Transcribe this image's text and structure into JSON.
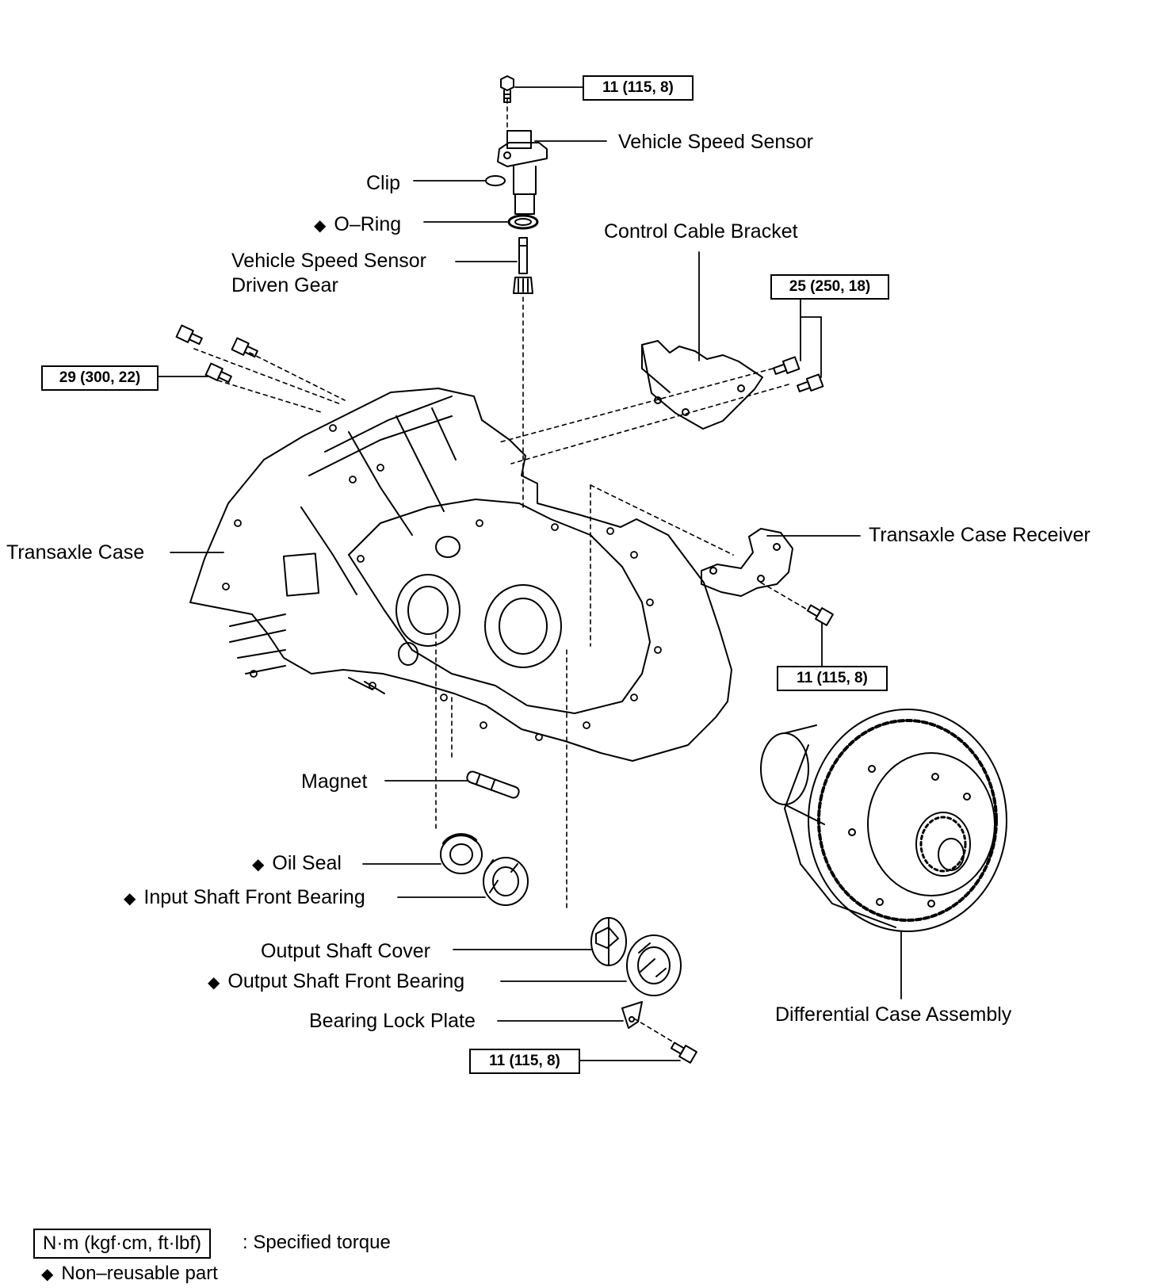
{
  "labels": {
    "vehicle_speed_sensor": "Vehicle Speed Sensor",
    "clip": "Clip",
    "o_ring": "O–Ring",
    "vss_driven_gear_line1": "Vehicle Speed Sensor",
    "vss_driven_gear_line2": "Driven Gear",
    "control_cable_bracket": "Control Cable Bracket",
    "transaxle_case": "Transaxle Case",
    "transaxle_case_receiver": "Transaxle Case Receiver",
    "magnet": "Magnet",
    "oil_seal": "Oil Seal",
    "input_shaft_front_bearing": "Input Shaft Front Bearing",
    "output_shaft_cover": "Output Shaft Cover",
    "output_shaft_front_bearing": "Output Shaft Front Bearing",
    "bearing_lock_plate": "Bearing Lock Plate",
    "differential_case_assembly": "Differential Case Assembly"
  },
  "torques": {
    "speed_sensor_bolt": "11 (115, 8)",
    "bracket_bolts": "25 (250, 18)",
    "case_bolts": "29 (300, 22)",
    "receiver_bolt": "11 (115, 8)",
    "lock_plate_bolt": "11 (115, 8)"
  },
  "legend": {
    "torque_unit": "N·m (kgf·cm, ft·lbf)",
    "torque_text": ": Specified torque",
    "non_reusable_symbol": "◆",
    "non_reusable_text": "Non–reusable part"
  },
  "non_reusable_marker": "◆"
}
